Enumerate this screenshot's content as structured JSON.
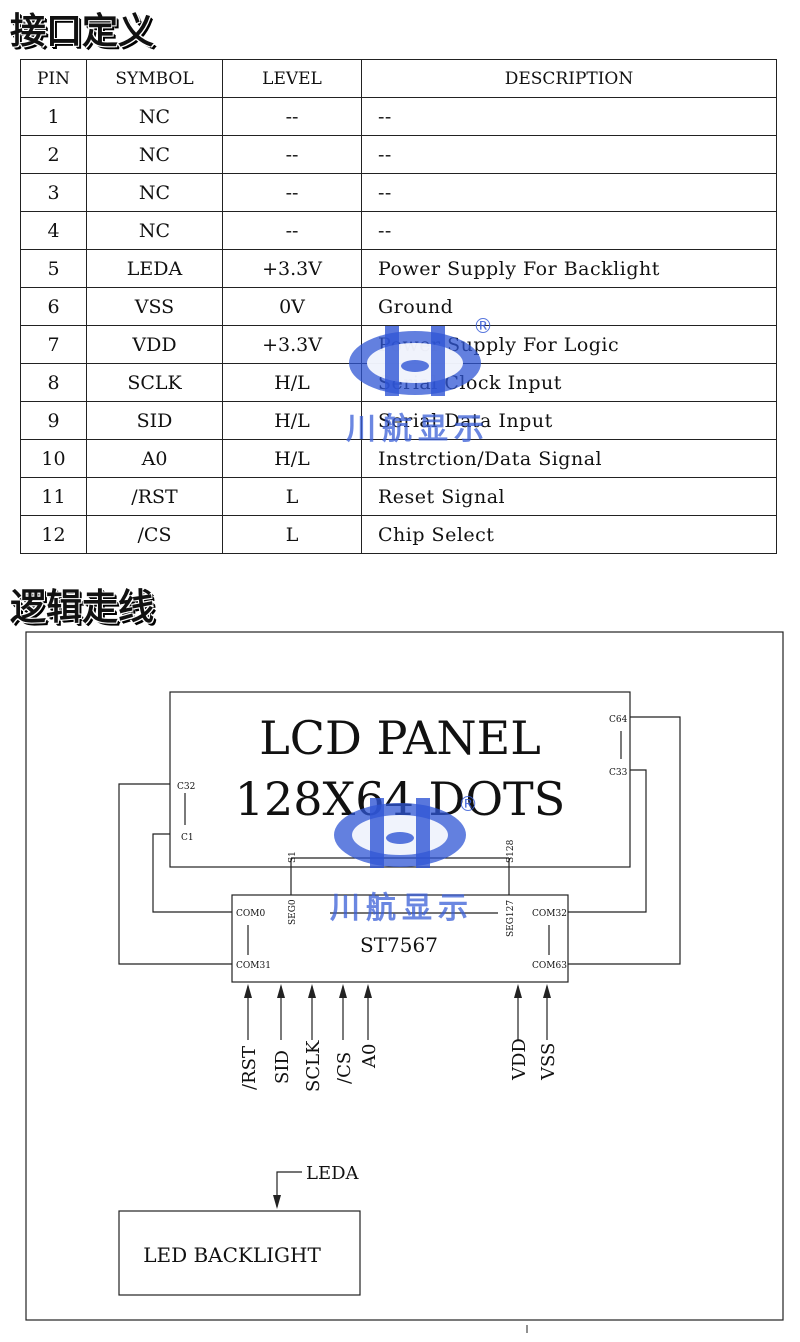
{
  "sections": {
    "interface_title": "接口定义",
    "logic_title": "逻辑走线"
  },
  "table": {
    "headers": [
      "PIN",
      "SYMBOL",
      "LEVEL",
      "DESCRIPTION"
    ],
    "rows": [
      {
        "pin": "1",
        "symbol": "NC",
        "level": "--",
        "description": "--"
      },
      {
        "pin": "2",
        "symbol": "NC",
        "level": "--",
        "description": "--"
      },
      {
        "pin": "3",
        "symbol": "NC",
        "level": "--",
        "description": "--"
      },
      {
        "pin": "4",
        "symbol": "NC",
        "level": "--",
        "description": "--"
      },
      {
        "pin": "5",
        "symbol": "LEDA",
        "level": "+3.3V",
        "description": "Power Supply For Backlight"
      },
      {
        "pin": "6",
        "symbol": "VSS",
        "level": "0V",
        "description": "Ground"
      },
      {
        "pin": "7",
        "symbol": "VDD",
        "level": "+3.3V",
        "description": "Power Supply For Logic"
      },
      {
        "pin": "8",
        "symbol": "SCLK",
        "level": "H/L",
        "description": "Serial Clock Input"
      },
      {
        "pin": "9",
        "symbol": "SID",
        "level": "H/L",
        "description": "Serial Data Input"
      },
      {
        "pin": "10",
        "symbol": "A0",
        "level": "H/L",
        "description": "Instrction/Data Signal"
      },
      {
        "pin": "11",
        "symbol": "/RST",
        "level": "L",
        "description": "Reset Signal"
      },
      {
        "pin": "12",
        "symbol": "/CS",
        "level": "L",
        "description": "Chip Select"
      }
    ]
  },
  "diagram": {
    "panel_line1": "LCD PANEL",
    "panel_line2": "128X64 DOTS",
    "panel_pins": {
      "c32": "C32",
      "c1": "C1",
      "c64": "C64",
      "c33": "C33",
      "s1": "S1",
      "s128": "S128"
    },
    "chip_label": "ST7567",
    "chip_pins": {
      "com0": "COM0",
      "com31": "COM31",
      "com32": "COM32",
      "com63": "COM63",
      "seg0": "SEG0",
      "seg127": "SEG127"
    },
    "signals_left": [
      "/RST",
      "SID",
      "SCLK",
      "/CS",
      "A0"
    ],
    "signals_right": [
      "VDD",
      "VSS"
    ],
    "leda_label": "LEDA",
    "backlight_label": "LED BACKLIGHT"
  },
  "watermark": {
    "text": "川航显示",
    "registered": "®",
    "color": "#2f55d4"
  }
}
